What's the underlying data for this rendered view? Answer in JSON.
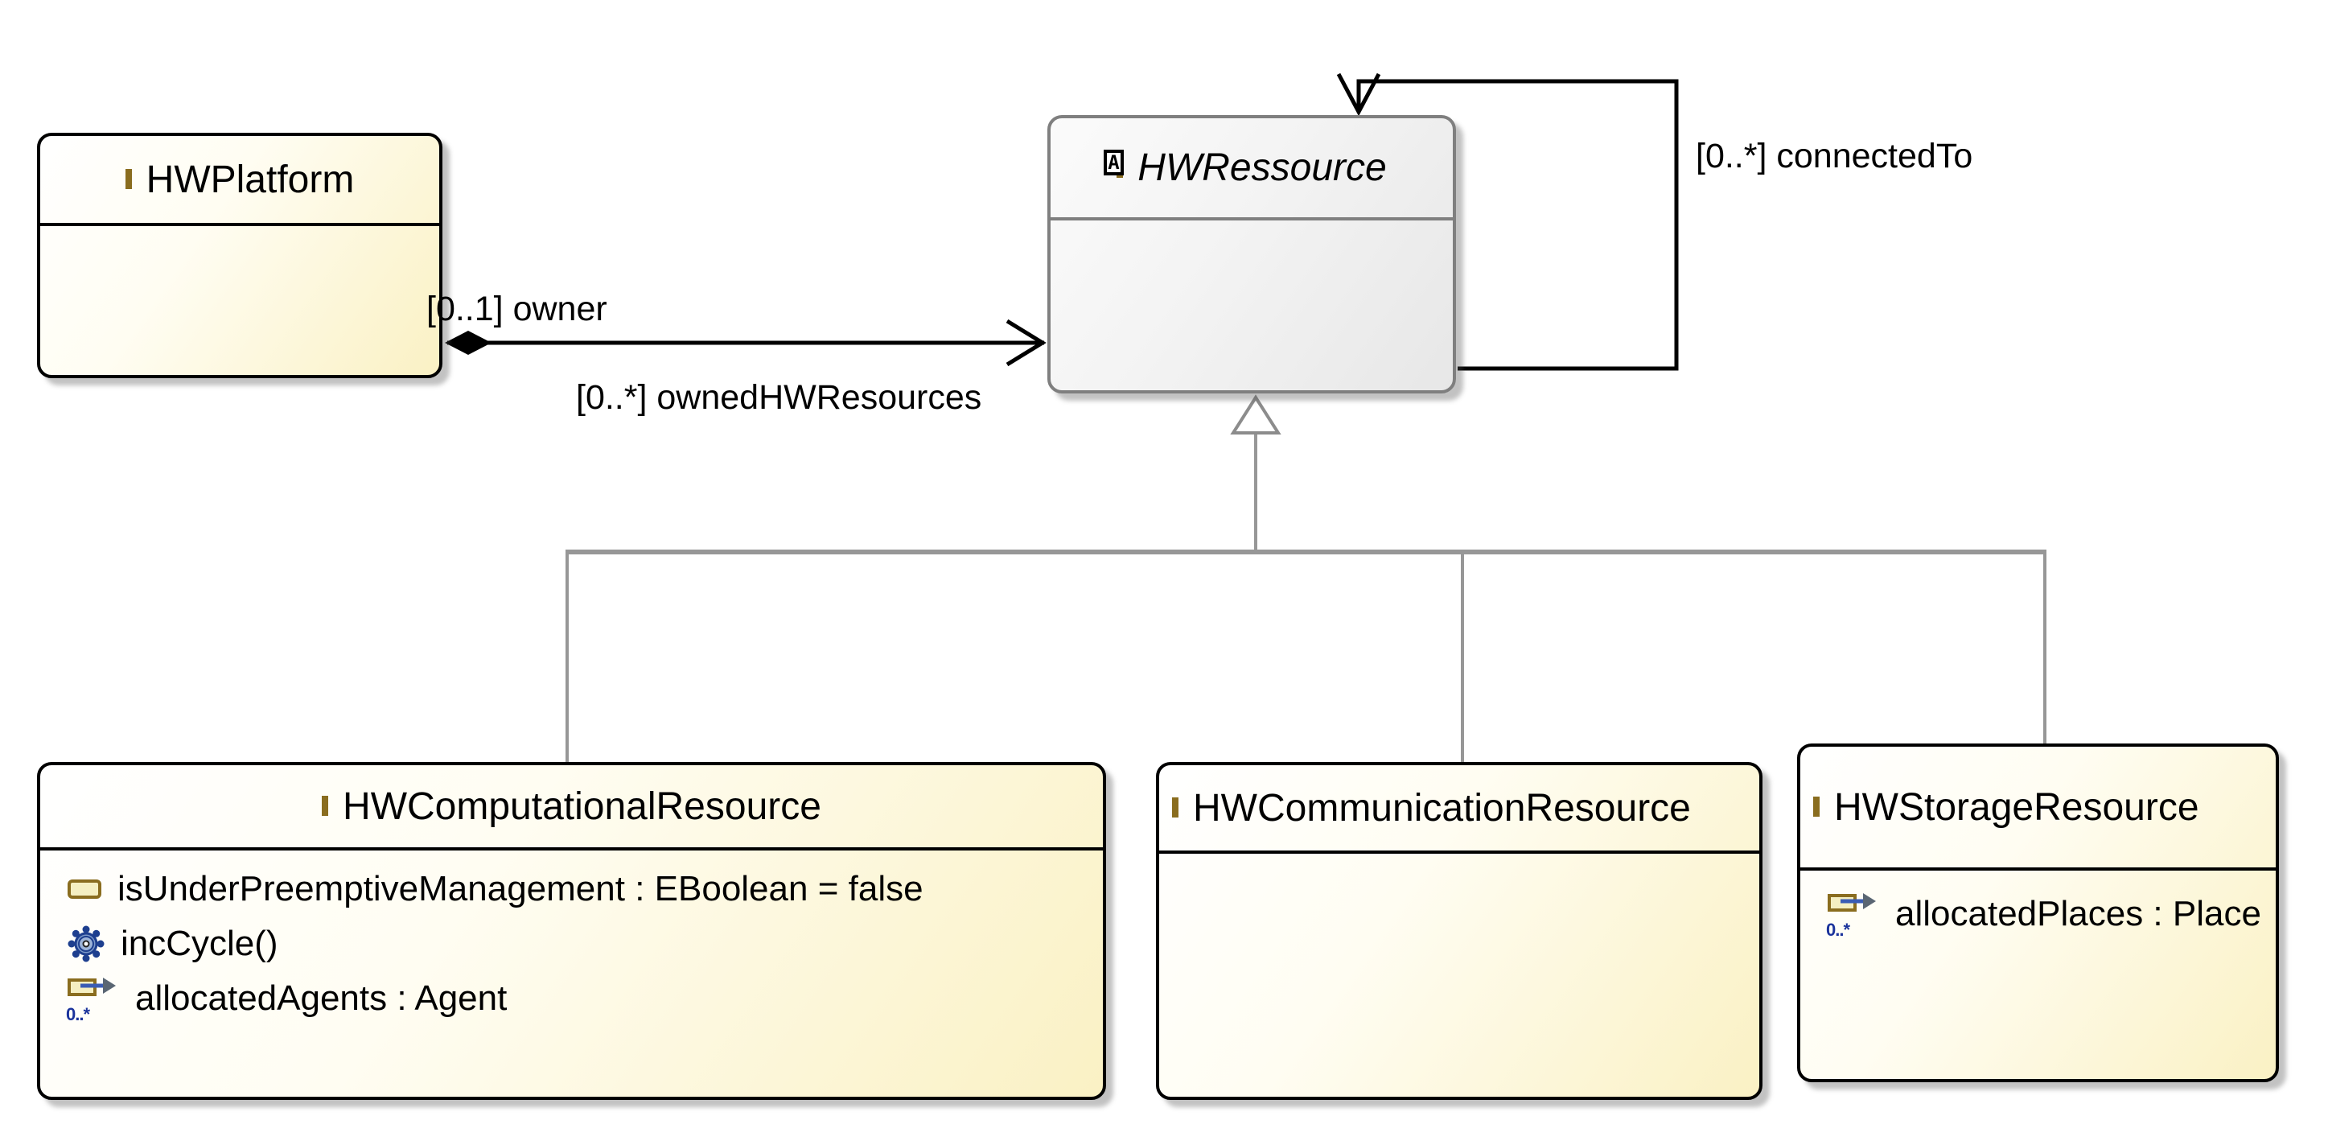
{
  "diagram_title": "HW resources Ecore class diagram",
  "colors": {
    "class_fill_start": "#ffffff",
    "class_fill_end": "#faf1c4",
    "class_border": "#000000",
    "abstract_fill_end": "#e7e7e7",
    "abstract_border": "#7f7f7f",
    "icon_border": "#8a6d1f",
    "icon_fill": "#f5efc2",
    "generalization_line": "#979797",
    "association_line": "#000000",
    "operation_icon_blue": "#7c99c9",
    "reference_arrow_blue": "#3a5cb4",
    "multiplicity_blue": "#1b339c"
  },
  "classes": {
    "platform": {
      "name": "HWPlatform"
    },
    "ressource": {
      "name": "HWRessource",
      "abstract_badge": "A"
    },
    "computational": {
      "name": "HWComputationalResource",
      "attr1": "isUnderPreemptiveManagement : EBoolean = false",
      "op1": "incCycle()",
      "ref1": "allocatedAgents : Agent",
      "ref1_mult": "0..*"
    },
    "communication": {
      "name": "HWCommunicationResource"
    },
    "storage": {
      "name": "HWStorageResource",
      "ref1": "allocatedPlaces : Place",
      "ref1_mult": "0..*"
    }
  },
  "edges": {
    "owner": "[0..1] owner",
    "owned": "[0..*] ownedHWResources",
    "connected": "[0..*] connectedTo"
  }
}
